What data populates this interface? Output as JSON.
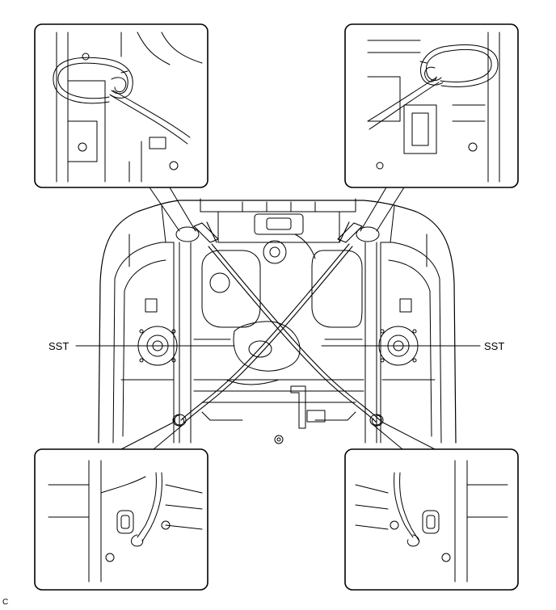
{
  "labels": {
    "sst_left": "SST",
    "sst_right": "SST",
    "figure_code": "C"
  },
  "colors": {
    "line": "#000000",
    "background": "#ffffff"
  }
}
